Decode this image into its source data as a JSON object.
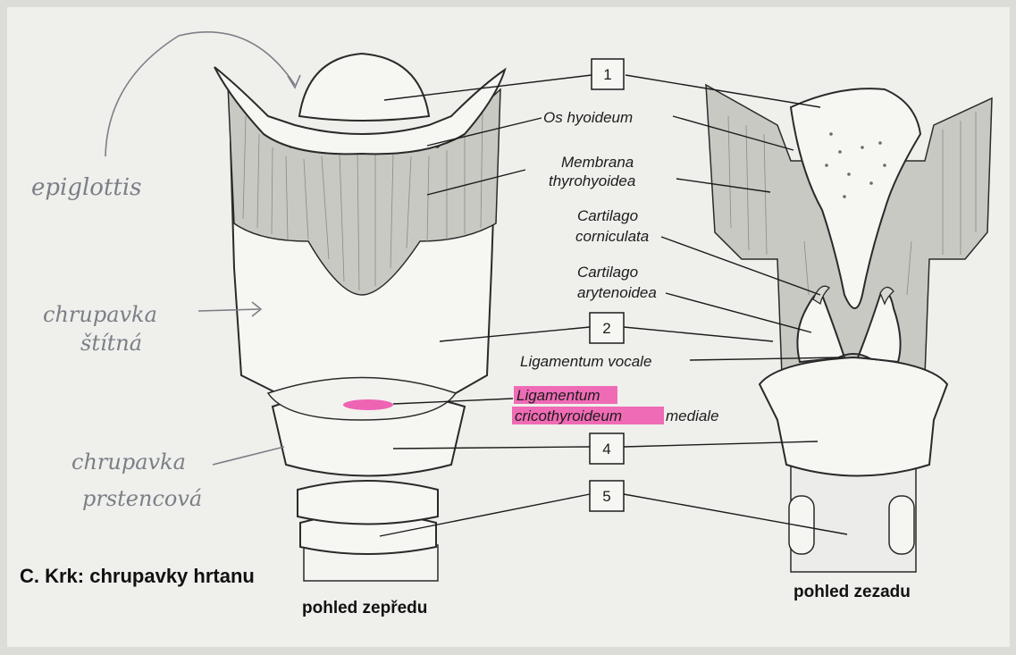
{
  "callouts": {
    "n1": "1",
    "n2": "2",
    "n4": "4",
    "n5": "5"
  },
  "labels": {
    "os_hyoideum": "Os hyoideum",
    "membrana_1": "Membrana",
    "membrana_2": "thyrohyoidea",
    "corniculata_1": "Cartilago",
    "corniculata_2": "corniculata",
    "arytenoidea_1": "Cartilago",
    "arytenoidea_2": "arytenoidea",
    "lig_vocale": "Ligamentum vocale",
    "cricothyr_1": "Ligamentum",
    "cricothyr_2": "cricothyroideum",
    "cricothyr_3": "mediale"
  },
  "title": "C. Krk: chrupavky hrtanu",
  "view_front": "pohled zepředu",
  "view_back": "pohled zezadu",
  "handwritten": {
    "epiglottis": "epiglottis",
    "stitna_1": "chrupavka",
    "stitna_2": "štítná",
    "prstencova_1": "chrupavka",
    "prstencova_2": "prstencová"
  },
  "colors": {
    "highlight": "#ef4aa8",
    "ink": "#1c1c1c",
    "pencil": "#7b7f86",
    "paper": "#efefec"
  }
}
